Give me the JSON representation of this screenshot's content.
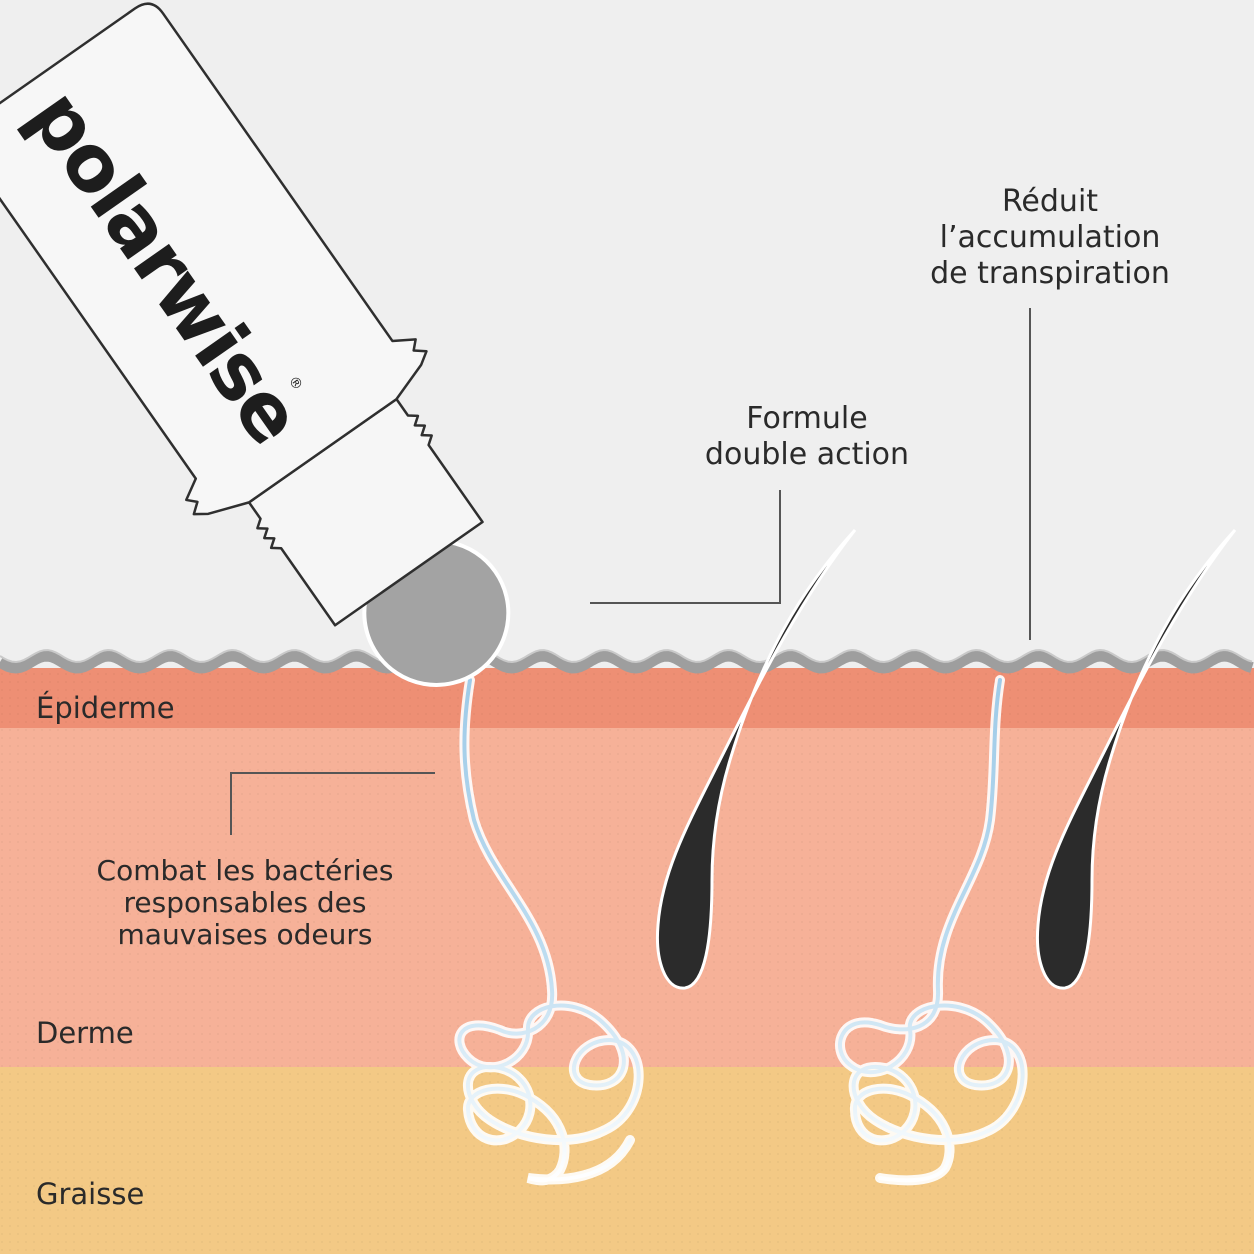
{
  "product": {
    "brand": "polarwise",
    "registered_mark": "®"
  },
  "callouts": {
    "sweat": [
      "Réduit",
      "l’accumulation",
      "de transpiration"
    ],
    "formula": [
      "Formule",
      "double action"
    ],
    "bacteria": [
      "Combat les bactéries",
      "responsables des",
      "mauvaises odeurs"
    ]
  },
  "layers": {
    "epidermis": "Épiderme",
    "dermis": "Derme",
    "fat": "Graisse"
  },
  "colors": {
    "background": "#efefef",
    "skin_surface": "#9e9e9e",
    "epidermis": "#ee8f74",
    "dermis": "#f6b198",
    "fat": "#f3c985",
    "hair": "#2b2b2b",
    "sweat_gland": "#a9d1ea"
  },
  "icons": [
    "deodorant-bottle",
    "hair-follicle",
    "sweat-gland"
  ]
}
